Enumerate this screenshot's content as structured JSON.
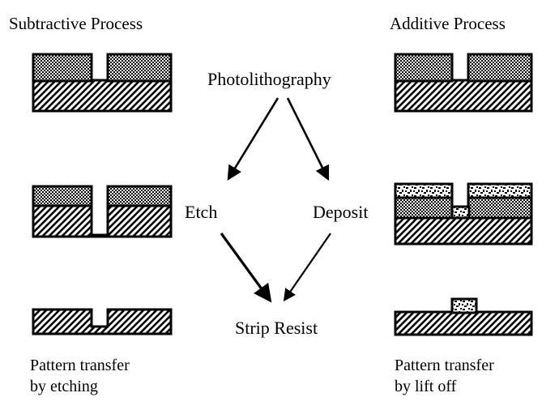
{
  "diagram": {
    "title_left": "Subtractive Process",
    "title_right": "Additive Process",
    "flow": {
      "start": "Photolithography",
      "branch_left": "Etch",
      "branch_right": "Deposit",
      "end": "Strip Resist"
    },
    "caption_left_line1": "Pattern transfer",
    "caption_left_line2": "by etching",
    "caption_right_line1": "Pattern transfer",
    "caption_right_line2": "by lift off",
    "materials": {
      "substrate": {
        "name": "substrate",
        "fill": "diagonal-hatch",
        "color": "#000000"
      },
      "resist": {
        "name": "photoresist",
        "fill": "dense-checker",
        "color": "#000000"
      },
      "deposit": {
        "name": "deposited-film",
        "fill": "sparse-dots",
        "color": "#000000"
      }
    },
    "steps": [
      {
        "id": "sub-1",
        "column": "subtractive",
        "row": 1,
        "description": "Patterned resist on substrate"
      },
      {
        "id": "sub-2",
        "column": "subtractive",
        "row": 2,
        "description": "Trench etched into substrate through resist opening"
      },
      {
        "id": "sub-3",
        "column": "subtractive",
        "row": 3,
        "description": "Resist stripped leaving etched trench in substrate"
      },
      {
        "id": "add-1",
        "column": "additive",
        "row": 1,
        "description": "Patterned resist on substrate"
      },
      {
        "id": "add-2",
        "column": "additive",
        "row": 2,
        "description": "Film deposited over resist and into opening"
      },
      {
        "id": "add-3",
        "column": "additive",
        "row": 3,
        "description": "Resist lifted off leaving deposited island on substrate"
      }
    ]
  }
}
